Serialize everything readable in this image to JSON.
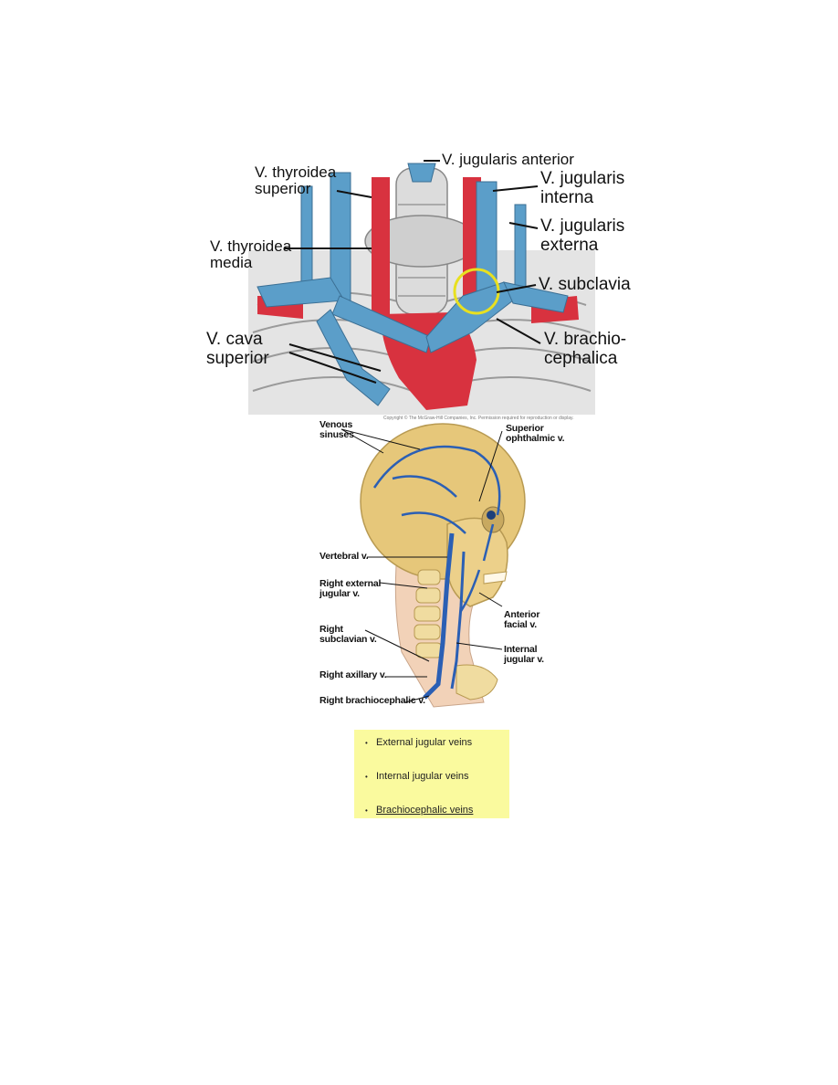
{
  "figure_top": {
    "labels": {
      "jugularis_anterior": "V. jugularis anterior",
      "thyroidea_superior": "V. thyroidea\nsuperior",
      "jugularis_interna": "V. jugularis\ninterna",
      "jugularis_externa": "V. jugularis\nexterna",
      "thyroidea_media": "V. thyroidea\nmedia",
      "subclavia": "V. subclavia",
      "cava_superior": "V. cava\nsuperior",
      "brachiocephalica": "V. brachio-\ncephalica"
    },
    "colors": {
      "vein": "#5b9ec9",
      "artery": "#d8323f",
      "bone": "#e8e8e8",
      "highlight": "#e8e020"
    }
  },
  "figure_bottom": {
    "copyright": "Copyright © The McGraw-Hill Companies, Inc. Permission required for reproduction or display.",
    "labels": {
      "venous_sinuses": "Venous\nsinuses",
      "superior_ophthalmic": "Superior\nophthalmic v.",
      "vertebral": "Vertebral v.",
      "right_external_jugular": "Right external\njugular v.",
      "anterior_facial": "Anterior\nfacial v.",
      "right_subclavian": "Right\nsubclavian v.",
      "internal_jugular": "Internal\njugular v.",
      "right_axillary": "Right axillary v.",
      "right_brachiocephalic": "Right brachiocephalic v."
    },
    "colors": {
      "vein": "#2b5fb4",
      "skull": "#e6c77a",
      "skin": "#f2d2b8"
    }
  },
  "legend": {
    "items": [
      "External jugular veins",
      "Internal jugular veins",
      "Brachiocephalic veins"
    ],
    "background": "#fafa9e"
  }
}
